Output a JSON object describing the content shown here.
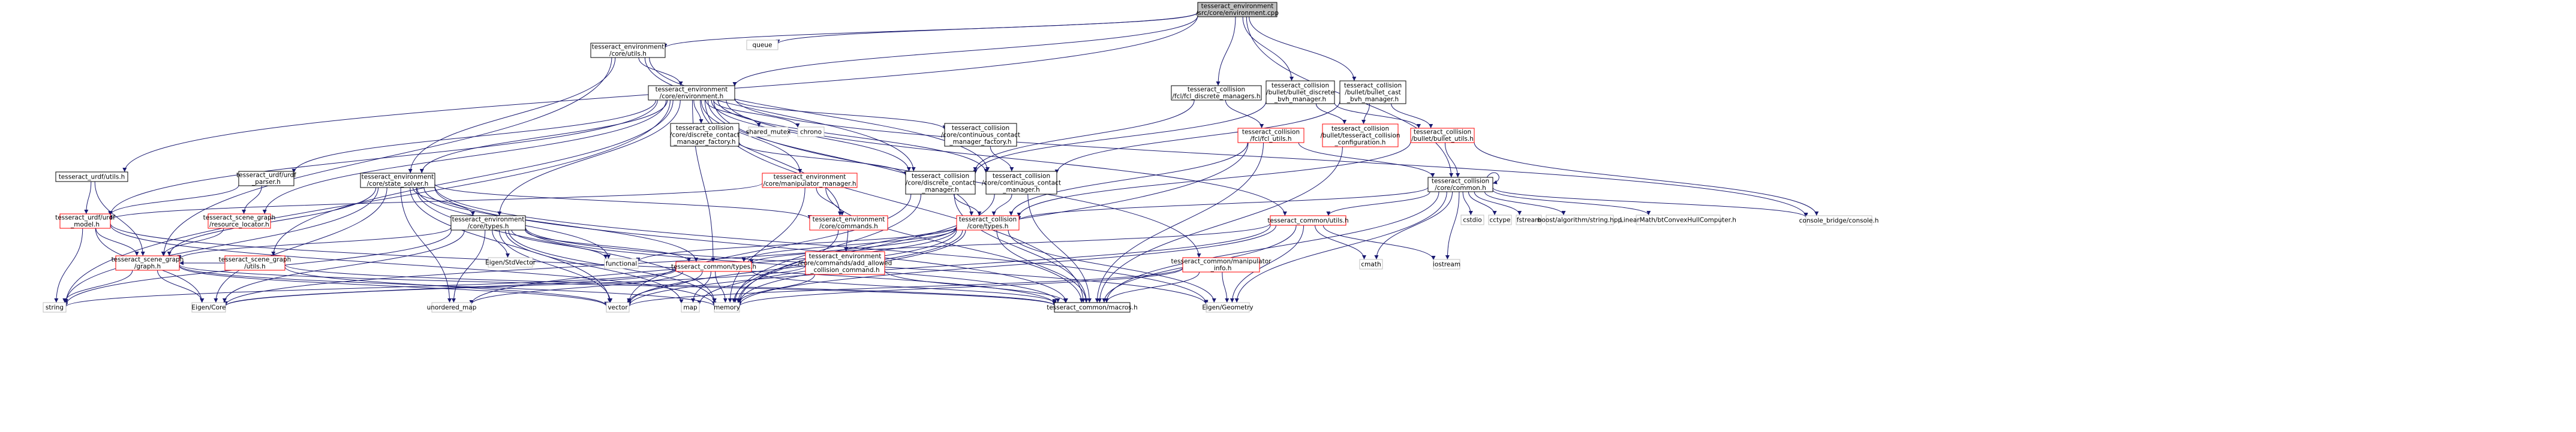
{
  "nodes": [
    {
      "id": "env_cpp",
      "lines": [
        "tesseract_environment",
        "/src/core/environment.cpp"
      ],
      "style": "root"
    },
    {
      "id": "queue",
      "lines": [
        "queue"
      ],
      "style": "gray"
    },
    {
      "id": "core_utils",
      "lines": [
        "tesseract_environment",
        "/core/utils.h"
      ],
      "style": "normal"
    },
    {
      "id": "core_env_h",
      "lines": [
        "tesseract_environment",
        "/core/environment.h"
      ],
      "style": "normal"
    },
    {
      "id": "urdf_utils",
      "lines": [
        "tesseract_urdf/utils.h"
      ],
      "style": "normal"
    },
    {
      "id": "fcl_disc",
      "lines": [
        "tesseract_collision",
        "/fcl/fcl_discrete_managers.h"
      ],
      "style": "normal"
    },
    {
      "id": "bullet_disc",
      "lines": [
        "tesseract_collision",
        "/bullet/bullet_discrete",
        "_bvh_manager.h"
      ],
      "style": "normal"
    },
    {
      "id": "bullet_cast",
      "lines": [
        "tesseract_collision",
        "/bullet/bullet_cast",
        "_bvh_manager.h"
      ],
      "style": "normal"
    },
    {
      "id": "disc_factory",
      "lines": [
        "tesseract_collision",
        "/core/discrete_contact",
        "_manager_factory.h"
      ],
      "style": "normal"
    },
    {
      "id": "shared_mutex",
      "lines": [
        "shared_mutex"
      ],
      "style": "gray"
    },
    {
      "id": "chrono",
      "lines": [
        "chrono"
      ],
      "style": "gray"
    },
    {
      "id": "cont_factory",
      "lines": [
        "tesseract_collision",
        "/core/continuous_contact",
        "_manager_factory.h"
      ],
      "style": "normal"
    },
    {
      "id": "fcl_utils",
      "lines": [
        "tesseract_collision",
        "/fcl/fcl_utils.h"
      ],
      "style": "red"
    },
    {
      "id": "bullet_tess_cfg",
      "lines": [
        "tesseract_collision",
        "/bullet/tesseract_collision",
        "_configuration.h"
      ],
      "style": "red"
    },
    {
      "id": "bullet_utils",
      "lines": [
        "tesseract_collision",
        "/bullet/bullet_utils.h"
      ],
      "style": "red"
    },
    {
      "id": "urdf_parser",
      "lines": [
        "tesseract_urdf/urdf",
        "_parser.h"
      ],
      "style": "normal"
    },
    {
      "id": "state_solver",
      "lines": [
        "tesseract_environment",
        "/core/state_solver.h"
      ],
      "style": "normal"
    },
    {
      "id": "manip_mgr",
      "lines": [
        "tesseract_environment",
        "/core/manipulator_manager.h"
      ],
      "style": "red"
    },
    {
      "id": "disc_mgr",
      "lines": [
        "tesseract_collision",
        "/core/discrete_contact",
        "_manager.h"
      ],
      "style": "normal"
    },
    {
      "id": "cont_mgr",
      "lines": [
        "tesseract_collision",
        "/core/continuous_contact",
        "_manager.h"
      ],
      "style": "normal"
    },
    {
      "id": "core_common",
      "lines": [
        "tesseract_collision",
        "/core/common.h"
      ],
      "style": "normal"
    },
    {
      "id": "urdf_model",
      "lines": [
        "tesseract_urdf/urdf",
        "_model.h"
      ],
      "style": "red"
    },
    {
      "id": "sg_resource",
      "lines": [
        "tesseract_scene_graph",
        "/resource_locator.h"
      ],
      "style": "red"
    },
    {
      "id": "env_types",
      "lines": [
        "tesseract_environment",
        "/core/types.h"
      ],
      "style": "normal"
    },
    {
      "id": "env_commands",
      "lines": [
        "tesseract_environment",
        "/core/commands.h"
      ],
      "style": "red"
    },
    {
      "id": "coll_types",
      "lines": [
        "tesseract_collision",
        "/core/types.h"
      ],
      "style": "red"
    },
    {
      "id": "common_utils",
      "lines": [
        "tesseract_common/utils.h"
      ],
      "style": "red"
    },
    {
      "id": "cstdio",
      "lines": [
        "cstdio"
      ],
      "style": "gray"
    },
    {
      "id": "cctype",
      "lines": [
        "cctype"
      ],
      "style": "gray"
    },
    {
      "id": "fstream",
      "lines": [
        "fstream"
      ],
      "style": "gray"
    },
    {
      "id": "boost_string",
      "lines": [
        "boost/algorithm/string.hpp"
      ],
      "style": "gray"
    },
    {
      "id": "linearmath",
      "lines": [
        "LinearMath/btConvexHullComputer.h"
      ],
      "style": "gray"
    },
    {
      "id": "console_bridge",
      "lines": [
        "console_bridge/console.h"
      ],
      "style": "gray"
    },
    {
      "id": "sg_graph",
      "lines": [
        "tesseract_scene_graph",
        "/graph.h"
      ],
      "style": "red"
    },
    {
      "id": "sg_utils",
      "lines": [
        "tesseract_scene_graph",
        "/utils.h"
      ],
      "style": "red"
    },
    {
      "id": "eigen_stdvector",
      "lines": [
        "Eigen/StdVector"
      ],
      "style": "gray"
    },
    {
      "id": "functional",
      "lines": [
        "functional"
      ],
      "style": "gray"
    },
    {
      "id": "common_types",
      "lines": [
        "tesseract_common/types.h"
      ],
      "style": "red"
    },
    {
      "id": "add_allowed",
      "lines": [
        "tesseract_environment",
        "/core/commands/add_allowed",
        "_collision_command.h"
      ],
      "style": "red"
    },
    {
      "id": "manip_info",
      "lines": [
        "tesseract_common/manipulator",
        "_info.h"
      ],
      "style": "red"
    },
    {
      "id": "cmath",
      "lines": [
        "cmath"
      ],
      "style": "gray"
    },
    {
      "id": "iostream",
      "lines": [
        "iostream"
      ],
      "style": "gray"
    },
    {
      "id": "string",
      "lines": [
        "string"
      ],
      "style": "gray"
    },
    {
      "id": "eigen_core",
      "lines": [
        "Eigen/Core"
      ],
      "style": "gray"
    },
    {
      "id": "unordered_map",
      "lines": [
        "unordered_map"
      ],
      "style": "gray"
    },
    {
      "id": "vector",
      "lines": [
        "vector"
      ],
      "style": "gray"
    },
    {
      "id": "map",
      "lines": [
        "map"
      ],
      "style": "gray"
    },
    {
      "id": "memory",
      "lines": [
        "memory"
      ],
      "style": "gray"
    },
    {
      "id": "common_macros",
      "lines": [
        "tesseract_common/macros.h"
      ],
      "style": "normal"
    },
    {
      "id": "eigen_geometry",
      "lines": [
        "Eigen/Geometry"
      ],
      "style": "gray"
    }
  ],
  "edges": [
    [
      "env_cpp",
      "core_utils"
    ],
    [
      "env_cpp",
      "core_env_h"
    ],
    [
      "env_cpp",
      "queue"
    ],
    [
      "env_cpp",
      "urdf_utils"
    ],
    [
      "env_cpp",
      "fcl_disc"
    ],
    [
      "env_cpp",
      "bullet_disc"
    ],
    [
      "env_cpp",
      "bullet_cast"
    ],
    [
      "env_cpp",
      "core_common"
    ],
    [
      "core_utils",
      "core_env_h"
    ],
    [
      "core_utils",
      "sg_graph"
    ],
    [
      "core_utils",
      "state_solver"
    ],
    [
      "core_utils",
      "disc_mgr"
    ],
    [
      "core_utils",
      "cont_mgr"
    ],
    [
      "core_env_h",
      "disc_factory"
    ],
    [
      "core_env_h",
      "shared_mutex"
    ],
    [
      "core_env_h",
      "chrono"
    ],
    [
      "core_env_h",
      "cont_factory"
    ],
    [
      "core_env_h",
      "urdf_parser"
    ],
    [
      "core_env_h",
      "state_solver"
    ],
    [
      "core_env_h",
      "manip_mgr"
    ],
    [
      "core_env_h",
      "env_commands"
    ],
    [
      "core_env_h",
      "urdf_model"
    ],
    [
      "core_env_h",
      "sg_resource"
    ],
    [
      "core_env_h",
      "sg_utils"
    ],
    [
      "core_env_h",
      "env_types"
    ],
    [
      "core_env_h",
      "common_types"
    ],
    [
      "core_env_h",
      "common_utils"
    ],
    [
      "core_env_h",
      "manip_info"
    ],
    [
      "core_env_h",
      "string"
    ],
    [
      "core_env_h",
      "common_macros"
    ],
    [
      "core_env_h",
      "console_bridge"
    ],
    [
      "core_env_h",
      "disc_mgr"
    ],
    [
      "core_env_h",
      "cont_mgr"
    ],
    [
      "core_env_h",
      "coll_types"
    ],
    [
      "disc_factory",
      "disc_mgr"
    ],
    [
      "cont_factory",
      "cont_mgr"
    ],
    [
      "urdf_utils",
      "urdf_model"
    ],
    [
      "urdf_utils",
      "sg_graph"
    ],
    [
      "fcl_disc",
      "fcl_utils"
    ],
    [
      "fcl_disc",
      "disc_mgr"
    ],
    [
      "bullet_disc",
      "bullet_tess_cfg"
    ],
    [
      "bullet_disc",
      "bullet_utils"
    ],
    [
      "bullet_disc",
      "disc_mgr"
    ],
    [
      "bullet_cast",
      "bullet_tess_cfg"
    ],
    [
      "bullet_cast",
      "bullet_utils"
    ],
    [
      "bullet_cast",
      "cont_mgr"
    ],
    [
      "fcl_utils",
      "core_common"
    ],
    [
      "fcl_utils",
      "coll_types"
    ],
    [
      "fcl_utils",
      "common_macros"
    ],
    [
      "fcl_utils",
      "memory"
    ],
    [
      "bullet_tess_cfg",
      "common_macros"
    ],
    [
      "bullet_utils",
      "core_common"
    ],
    [
      "bullet_utils",
      "coll_types"
    ],
    [
      "bullet_utils",
      "console_bridge"
    ],
    [
      "urdf_parser",
      "urdf_model"
    ],
    [
      "urdf_parser",
      "sg_resource"
    ],
    [
      "state_solver",
      "env_types"
    ],
    [
      "state_solver",
      "env_commands"
    ],
    [
      "state_solver",
      "sg_graph"
    ],
    [
      "state_solver",
      "functional"
    ],
    [
      "state_solver",
      "eigen_core"
    ],
    [
      "state_solver",
      "unordered_map"
    ],
    [
      "state_solver",
      "vector"
    ],
    [
      "state_solver",
      "memory"
    ],
    [
      "state_solver",
      "common_macros"
    ],
    [
      "state_solver",
      "common_types"
    ],
    [
      "state_solver",
      "eigen_geometry"
    ],
    [
      "state_solver",
      "string"
    ],
    [
      "manip_mgr",
      "env_commands"
    ],
    [
      "manip_mgr",
      "urdf_model"
    ],
    [
      "manip_mgr",
      "common_macros"
    ],
    [
      "manip_mgr",
      "memory"
    ],
    [
      "disc_mgr",
      "coll_types"
    ],
    [
      "disc_mgr",
      "common_macros"
    ],
    [
      "disc_mgr",
      "vector"
    ],
    [
      "disc_mgr",
      "memory"
    ],
    [
      "cont_mgr",
      "coll_types"
    ],
    [
      "cont_mgr",
      "common_macros"
    ],
    [
      "cont_mgr",
      "memory"
    ],
    [
      "core_common",
      "coll_types"
    ],
    [
      "core_common",
      "common_utils"
    ],
    [
      "core_common",
      "cstdio"
    ],
    [
      "core_common",
      "cctype"
    ],
    [
      "core_common",
      "fstream"
    ],
    [
      "core_common",
      "boost_string"
    ],
    [
      "core_common",
      "linearmath"
    ],
    [
      "core_common",
      "console_bridge"
    ],
    [
      "core_common",
      "cmath"
    ],
    [
      "core_common",
      "iostream"
    ],
    [
      "core_common",
      "eigen_geometry"
    ],
    [
      "core_common",
      "common_macros"
    ],
    [
      "core_common",
      "core_common"
    ],
    [
      "urdf_model",
      "sg_graph"
    ],
    [
      "urdf_model",
      "string"
    ],
    [
      "urdf_model",
      "eigen_core"
    ],
    [
      "urdf_model",
      "memory"
    ],
    [
      "urdf_model",
      "common_macros"
    ],
    [
      "sg_resource",
      "sg_graph"
    ],
    [
      "env_types",
      "eigen_stdvector"
    ],
    [
      "env_types",
      "functional"
    ],
    [
      "env_types",
      "common_types"
    ],
    [
      "env_types",
      "eigen_core"
    ],
    [
      "env_types",
      "unordered_map"
    ],
    [
      "env_types",
      "vector"
    ],
    [
      "env_types",
      "map"
    ],
    [
      "env_types",
      "memory"
    ],
    [
      "env_types",
      "common_macros"
    ],
    [
      "env_types",
      "sg_graph"
    ],
    [
      "env_types",
      "eigen_geometry"
    ],
    [
      "env_types",
      "string"
    ],
    [
      "env_commands",
      "add_allowed"
    ],
    [
      "env_commands",
      "memory"
    ],
    [
      "coll_types",
      "common_types"
    ],
    [
      "coll_types",
      "functional"
    ],
    [
      "coll_types",
      "eigen_core"
    ],
    [
      "coll_types",
      "unordered_map"
    ],
    [
      "coll_types",
      "vector"
    ],
    [
      "coll_types",
      "map"
    ],
    [
      "coll_types",
      "memory"
    ],
    [
      "coll_types",
      "common_macros"
    ],
    [
      "coll_types",
      "eigen_geometry"
    ],
    [
      "common_utils",
      "cmath"
    ],
    [
      "common_utils",
      "iostream"
    ],
    [
      "common_utils",
      "common_types"
    ],
    [
      "common_utils",
      "vector"
    ],
    [
      "common_utils",
      "memory"
    ],
    [
      "common_utils",
      "common_macros"
    ],
    [
      "common_utils",
      "eigen_geometry"
    ],
    [
      "sg_graph",
      "string"
    ],
    [
      "sg_graph",
      "eigen_core"
    ],
    [
      "sg_graph",
      "vector"
    ],
    [
      "sg_graph",
      "memory"
    ],
    [
      "sg_graph",
      "common_macros"
    ],
    [
      "sg_utils",
      "sg_graph"
    ],
    [
      "sg_utils",
      "vector"
    ],
    [
      "sg_utils",
      "common_macros"
    ],
    [
      "common_types",
      "eigen_core"
    ],
    [
      "common_types",
      "unordered_map"
    ],
    [
      "common_types",
      "vector"
    ],
    [
      "common_types",
      "map"
    ],
    [
      "common_types",
      "memory"
    ],
    [
      "common_types",
      "common_macros"
    ],
    [
      "common_types",
      "string"
    ],
    [
      "add_allowed",
      "common_macros"
    ],
    [
      "add_allowed",
      "memory"
    ],
    [
      "add_allowed",
      "eigen_core"
    ],
    [
      "manip_info",
      "common_macros"
    ],
    [
      "manip_info",
      "eigen_geometry"
    ],
    [
      "manip_info",
      "vector"
    ],
    [
      "manip_info",
      "memory"
    ]
  ]
}
